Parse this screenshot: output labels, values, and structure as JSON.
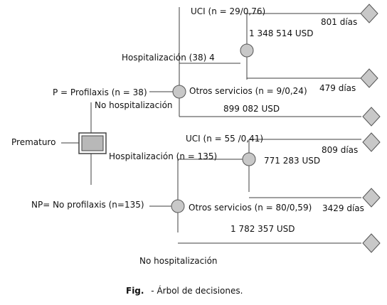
{
  "colors": {
    "line": "#3f3f3f",
    "chance_fill": "#c8c8c8",
    "terminal_fill": "#c8c8c8",
    "decision_fill": "#b8b8b8",
    "decision_border": "#444444"
  },
  "nodes": {
    "root": "Prematuro",
    "branch_profilaxis": "P = Profilaxis (n = 38)",
    "branch_no_profilaxis": "NP= No profilaxis (n=135)"
  },
  "upper": {
    "hospitalizacion": "Hospitalización (38) 4",
    "no_hospitalizacion": "No hospitalización",
    "uci": "UCI (n = 29/0,76)",
    "otros": "Otros servicios (n = 9/0,24)",
    "uci_cost": "1 348 514 USD",
    "uci_days": "801 días",
    "otros_days": "479 días",
    "no_hosp_cost": "899 082 USD"
  },
  "lower": {
    "hospitalizacion": "Hospitalización (n = 135)",
    "no_hospitalizacion": "No hospitalización",
    "uci": "UCI (n = 55 /0,41)",
    "otros": "Otros servicios (n = 80/0,59)",
    "uci_days": "809 días",
    "uci_cost": "771 283 USD",
    "otros_days": "3429 días",
    "otros_cost": "1 782 357 USD"
  },
  "caption": {
    "prefix": "Fig.",
    "text": "- Árbol de decisiones."
  }
}
